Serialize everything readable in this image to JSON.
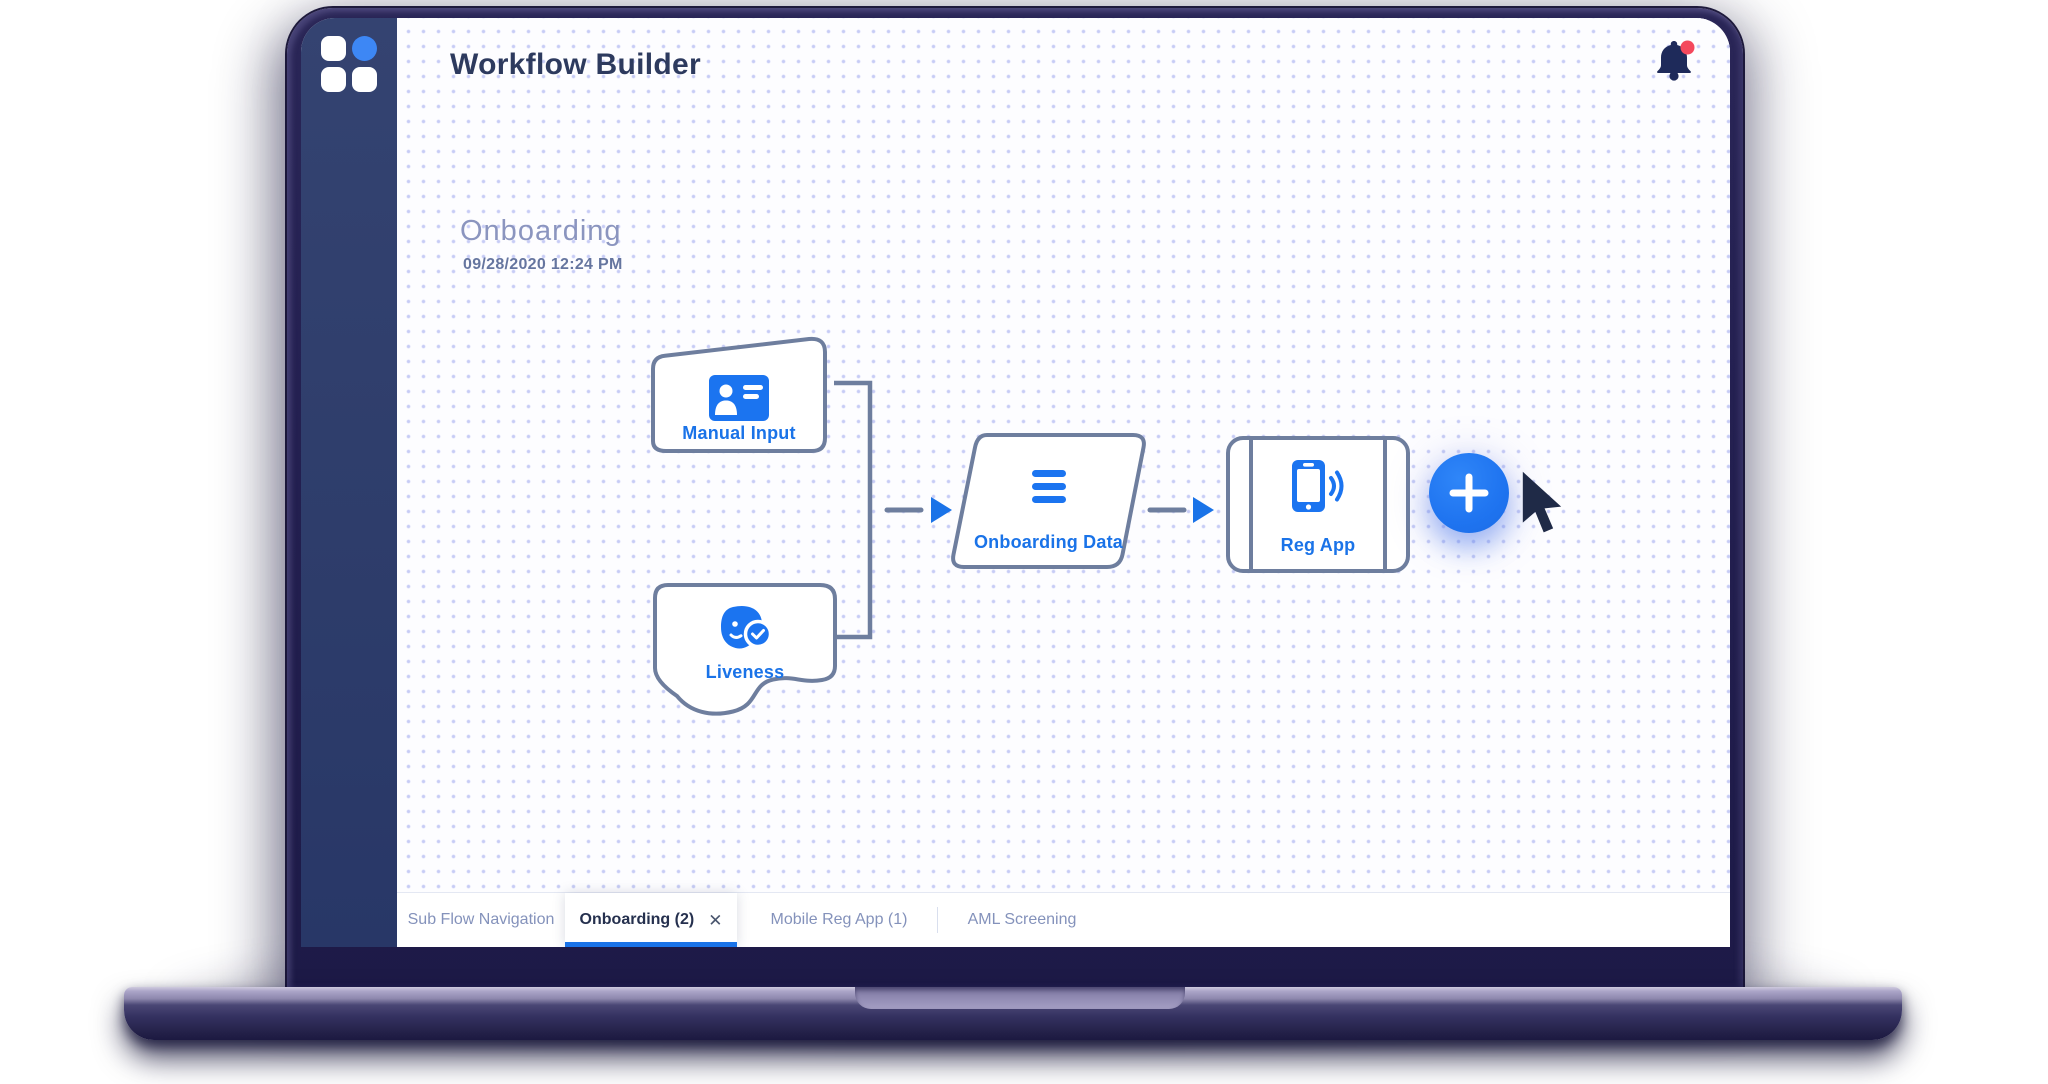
{
  "header": {
    "title": "Workflow Builder",
    "notifications": {
      "icon": "bell-icon",
      "has_unread": true
    }
  },
  "flow": {
    "title": "Onboarding",
    "timestamp": "09/28/2020 12:24 PM"
  },
  "nodes": {
    "manual_input": {
      "label": "Manual Input",
      "icon": "id-card-icon",
      "shape": "slanted-top-card"
    },
    "liveness": {
      "label": "Liveness",
      "icon": "face-check-icon",
      "shape": "wavy-bottom-card"
    },
    "onboarding_data": {
      "label": "Onboarding Data",
      "icon": "list-icon",
      "shape": "parallelogram"
    },
    "reg_app": {
      "label": "Reg App",
      "icon": "mobile-signal-icon",
      "shape": "bordered-rect"
    }
  },
  "actions": {
    "add_node": "+"
  },
  "tabs": [
    {
      "label": "Sub Flow Navigation",
      "active": false
    },
    {
      "label": "Onboarding (2)",
      "active": true,
      "closable": true,
      "close_label": "✕"
    },
    {
      "label": "Mobile Reg App (1)",
      "active": false
    },
    {
      "label": "AML Screening",
      "active": false
    }
  ],
  "colors": {
    "accent_blue": "#1a73e8",
    "icon_blue": "#1b74f0",
    "node_stroke": "#6e7e9e",
    "sidebar_navy": "#2e3d6b",
    "frame_navy": "#242051",
    "canvas_dot": "#c7ccf5",
    "notification_red": "#f4485c",
    "inactive_tab_text": "#8492bb",
    "active_tab_text": "#25304e"
  }
}
